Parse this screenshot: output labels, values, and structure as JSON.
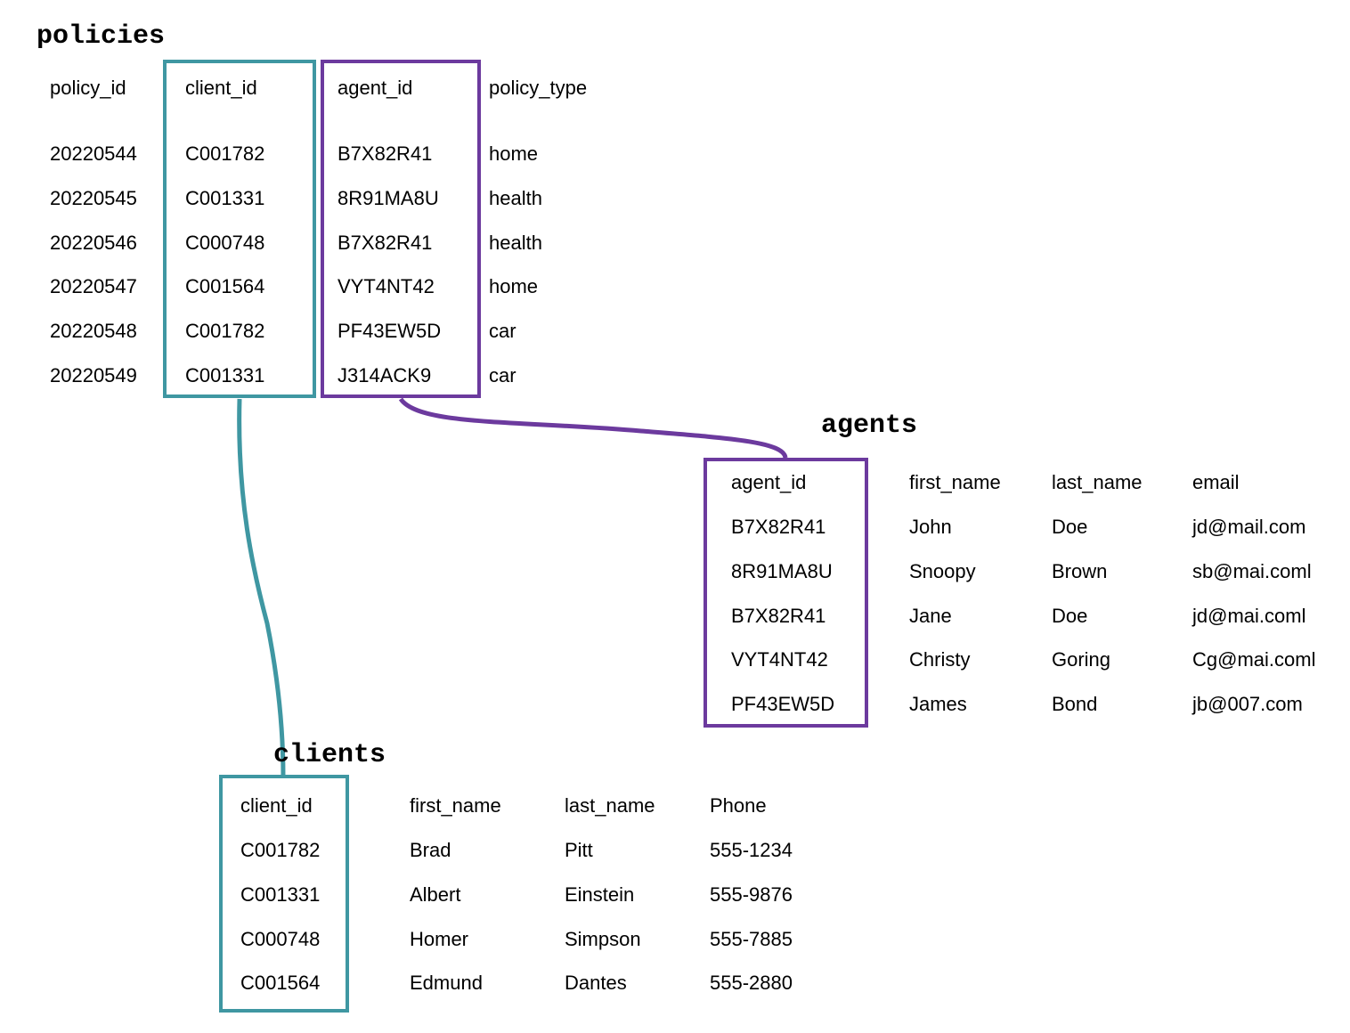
{
  "colors": {
    "client_link": "#3f97a2",
    "agent_link": "#6c3a9e"
  },
  "policies": {
    "title": "policies",
    "headers": [
      "policy_id",
      "client_id",
      "agent_id",
      "policy_type"
    ],
    "rows": [
      [
        "20220544",
        "C001782",
        "B7X82R41",
        "home"
      ],
      [
        "20220545",
        "C001331",
        "8R91MA8U",
        "health"
      ],
      [
        "20220546",
        "C000748",
        "B7X82R41",
        "health"
      ],
      [
        "20220547",
        "C001564",
        "VYT4NT42",
        "home"
      ],
      [
        "20220548",
        "C001782",
        "PF43EW5D",
        "car"
      ],
      [
        "20220549",
        "C001331",
        "J314ACK9",
        "car"
      ]
    ]
  },
  "agents": {
    "title": "agents",
    "headers": [
      "agent_id",
      "first_name",
      "last_name",
      "email"
    ],
    "rows": [
      [
        "B7X82R41",
        "John",
        "Doe",
        "jd@mail.com"
      ],
      [
        "8R91MA8U",
        "Snoopy",
        "Brown",
        "sb@mai.coml"
      ],
      [
        "B7X82R41",
        "Jane",
        "Doe",
        "jd@mai.coml"
      ],
      [
        "VYT4NT42",
        "Christy",
        "Goring",
        "Cg@mai.coml"
      ],
      [
        "PF43EW5D",
        "James",
        "Bond",
        "jb@007.com"
      ]
    ]
  },
  "clients": {
    "title": "clients",
    "headers": [
      "client_id",
      "first_name",
      "last_name",
      "Phone"
    ],
    "rows": [
      [
        "C001782",
        "Brad",
        "Pitt",
        "555-1234"
      ],
      [
        "C001331",
        "Albert",
        "Einstein",
        "555-9876"
      ],
      [
        "C000748",
        "Homer",
        "Simpson",
        "555-7885"
      ],
      [
        "C001564",
        "Edmund",
        "Dantes",
        "555-2880"
      ]
    ]
  }
}
